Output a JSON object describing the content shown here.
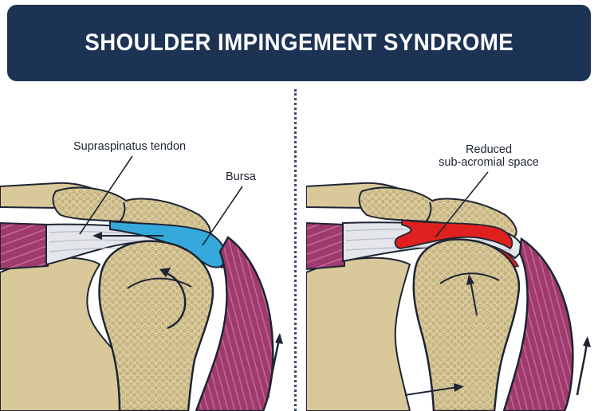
{
  "title": "SHOULDER IMPINGEMENT SYNDROME",
  "left_panel": {
    "labels": {
      "tendon": "Supraspinatus tendon",
      "bursa": "Bursa"
    }
  },
  "right_panel": {
    "labels": {
      "reduced_line1": "Reduced",
      "reduced_line2": "sub-acromial space"
    }
  },
  "colors": {
    "banner": "#1d3354",
    "bone": "#d9c99a",
    "bone_dark": "#b9a873",
    "muscle": "#a03c6e",
    "muscle_dark": "#6e1f4a",
    "bursa_normal": "#36a9dc",
    "bursa_inflamed": "#e0201e",
    "tendon": "#e4e6ec",
    "outline": "#1d2433"
  },
  "icons": {
    "rotation": "curved-arrow-icon",
    "upward": "up-arrow-icon",
    "pull": "straight-arrow-icon"
  }
}
